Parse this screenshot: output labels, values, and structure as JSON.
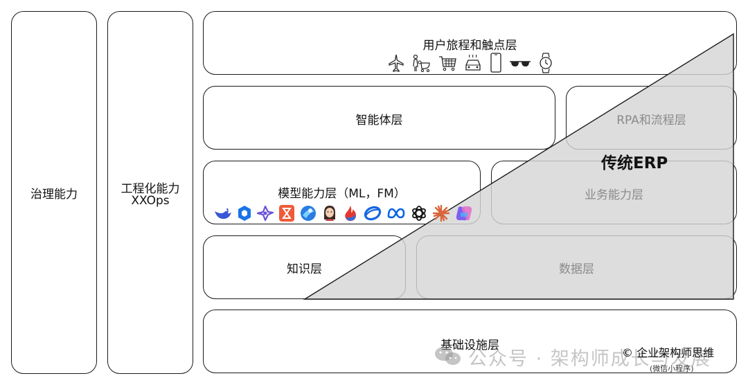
{
  "left_columns": {
    "governance": "治理能力",
    "engineering_line1": "工程化能力",
    "engineering_line2": "XXOps"
  },
  "layers": {
    "touchpoint": "用户旅程和触点层",
    "agent": "智能体层",
    "rpa": "RPA和流程层",
    "model": "模型能力层（ML，FM）",
    "business": "业务能力层",
    "knowledge": "知识层",
    "data": "数据层",
    "infra": "基础设施层"
  },
  "overlay": {
    "traditional_erp": "传统ERP"
  },
  "touchpoint_icons": [
    "airplane-icon",
    "family-stroller-icon",
    "shopping-cart-icon",
    "car-icon",
    "phone-icon",
    "glasses-icon",
    "watch-icon"
  ],
  "model_logos": [
    "deepseek-logo",
    "cube-logo",
    "pinwheel-logo",
    "hourglass-logo",
    "orb-logo",
    "avatar-logo",
    "flame-logo",
    "ring-logo",
    "meta-logo",
    "openai-logo",
    "starburst-logo",
    "copilot-logo"
  ],
  "watermark": {
    "text": "公众号 · 架构师成长与发展",
    "copyright": "© 企业架构师思维",
    "mini_program": "(微信小程序)"
  },
  "colors": {
    "triangle_fill": "#d6d6d6",
    "border": "#1a1a1a",
    "gray_text": "#8a8a8a"
  }
}
